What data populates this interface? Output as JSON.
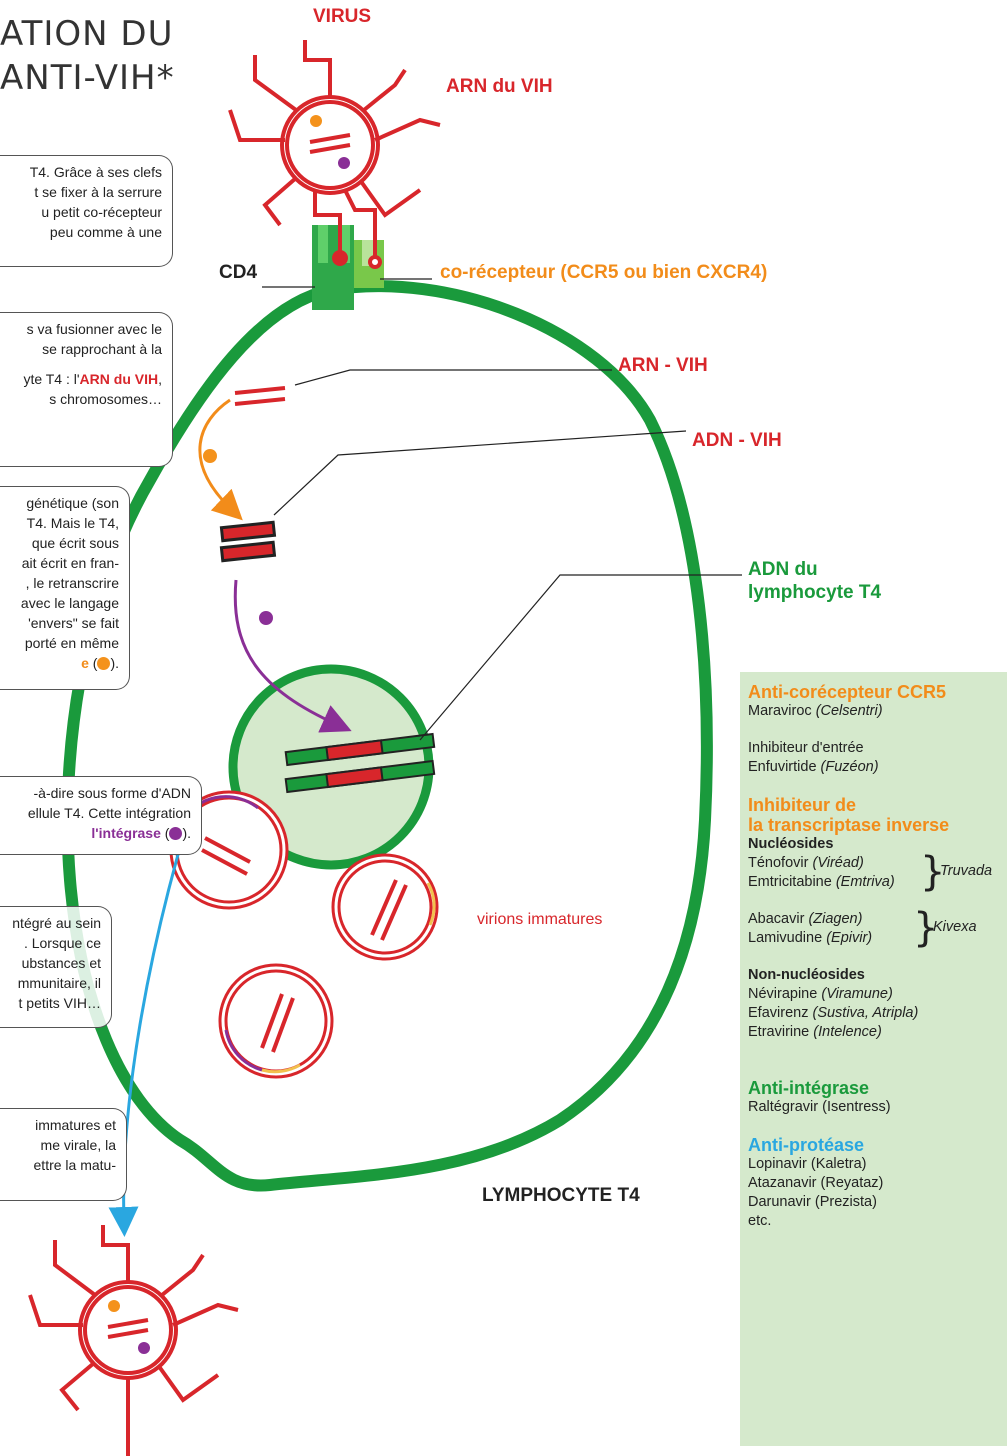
{
  "heading": {
    "line1": "ATION DU",
    "line2": "ANTI-VIH*"
  },
  "boxes": {
    "b1": [
      "T4. Grâce à ses clefs",
      "t se fixer à la serrure",
      "u petit co-récepteur",
      "peu comme à une"
    ],
    "b2": {
      "l1": "s va fusionner avec le",
      "l2": "se rapprochant à la",
      "l3_pre": "yte T4 : l'",
      "l3_hl": "ARN du VIH",
      "l3_post": ",",
      "l4": "s chromosomes…"
    },
    "b3": {
      "lines": [
        "génétique (son",
        "T4. Mais le T4,",
        "que écrit sous",
        "ait écrit en fran-",
        ", le retranscrire",
        "avec le langage",
        "'envers\" se fait",
        "porté en même"
      ],
      "last_hl": "e",
      "last_open": " (",
      "last_close": ")."
    },
    "b4": {
      "l1": "-à-dire sous forme d'ADN",
      "l2": "ellule T4. Cette intégration",
      "l3_hl": "l'intégrase",
      "l3_open": " (",
      "l3_close": ")."
    },
    "b5": [
      "ntégré au sein",
      ". Lorsque ce",
      "ubstances et",
      "mmunitaire, il",
      "t petits VIH…"
    ],
    "b6": [
      "immatures et",
      "me virale, la",
      "ettre la matu-"
    ]
  },
  "labels": {
    "virus": "VIRUS",
    "arn_du_vih": "ARN du VIH",
    "cd4": "CD4",
    "corecepteur": "co-récepteur (CCR5 ou bien CXCR4)",
    "arn_vih": "ARN - VIH",
    "adn_vih": "ADN - VIH",
    "adn_lympho_1": "ADN du",
    "adn_lympho_2": "lymphocyte T4",
    "virions": "virions immatures",
    "lymphocyte": "LYMPHOCYTE T4"
  },
  "drugs": {
    "cat1": "Anti-corécepteur CCR5",
    "maraviroc": "Maraviroc",
    "maraviroc_brand": "(Celsentri)",
    "entry": "Inhibiteur d'entrée",
    "enfuvirtide": "Enfuvirtide",
    "enfuvirtide_brand": "(Fuzéon)",
    "cat2_l1": "Inhibiteur de",
    "cat2_l2": "la transcriptase inverse",
    "nucleo": "Nucléosides",
    "tenofovir": "Ténofovir",
    "tenofovir_brand": "(Viréad)",
    "emtricitabine": "Emtricitabine",
    "emtricitabine_brand": "(Emtriva)",
    "truvada": "Truvada",
    "abacavir": "Abacavir",
    "abacavir_brand": "(Ziagen)",
    "lamivudine": "Lamivudine",
    "lamivudine_brand": "(Epivir)",
    "kivexa": "Kivexa",
    "non_nucleo": "Non-nucléosides",
    "nevirapine": "Névirapine",
    "nevirapine_brand": "(Viramune)",
    "efavirenz": "Efavirenz",
    "efavirenz_brand": "(Sustiva, Atripla)",
    "etravirine": "Etravirine",
    "etravirine_brand": "(Intelence)",
    "cat3": "Anti-intégrase",
    "raltegravir": "Raltégravir (Isentress)",
    "cat4": "Anti-protéase",
    "lopinavir": "Lopinavir (Kaletra)",
    "atazanavir": "Atazanavir (Reyataz)",
    "darunavir": "Darunavir (Prezista)",
    "etc": "etc."
  },
  "colors": {
    "red": "#d8262b",
    "green": "#1a9a3c",
    "orange": "#f28c1a",
    "purple": "#8a2f96",
    "blue": "#2aa7e0",
    "panel": "#d5e9cc"
  },
  "icons": [
    "virus-icon",
    "scissors-icon",
    "orange-dot-icon",
    "purple-dot-icon"
  ]
}
